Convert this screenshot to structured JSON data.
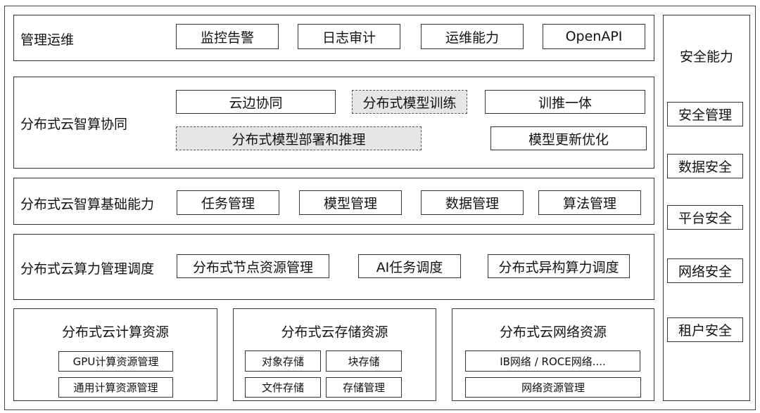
{
  "ops": {
    "title": "管理运维",
    "items": [
      "监控告警",
      "日志审计",
      "运维能力",
      "OpenAPI"
    ]
  },
  "collab": {
    "title": "分布式云智算协同",
    "items": [
      "云边协同",
      "分布式模型训练",
      "训推一体",
      "分布式模型部署和推理",
      "模型更新优化"
    ],
    "highlighted": [
      "分布式模型训练",
      "分布式模型部署和推理"
    ]
  },
  "basic": {
    "title": "分布式云智算基础能力",
    "items": [
      "任务管理",
      "模型管理",
      "数据管理",
      "算法管理"
    ]
  },
  "schedule": {
    "title": "分布式云算力管理调度",
    "items": [
      "分布式节点资源管理",
      "AI任务调度",
      "分布式异构算力调度"
    ]
  },
  "resources": {
    "compute": {
      "title": "分布式云计算资源",
      "items": [
        "GPU计算资源管理",
        "通用计算资源管理"
      ]
    },
    "storage": {
      "title": "分布式云存储资源",
      "items": [
        "对象存储",
        "块存储",
        "文件存储",
        "存储管理"
      ]
    },
    "network": {
      "title": "分布式云网络资源",
      "items": [
        "IB网络 / ROCE网络....",
        "网络资源管理"
      ]
    }
  },
  "security": {
    "title": "安全能力",
    "items": [
      "安全管理",
      "数据安全",
      "平台安全",
      "网络安全",
      "租户安全"
    ]
  },
  "colors": {
    "border": "#333333",
    "highlight_fill": "#e6e6e6"
  }
}
